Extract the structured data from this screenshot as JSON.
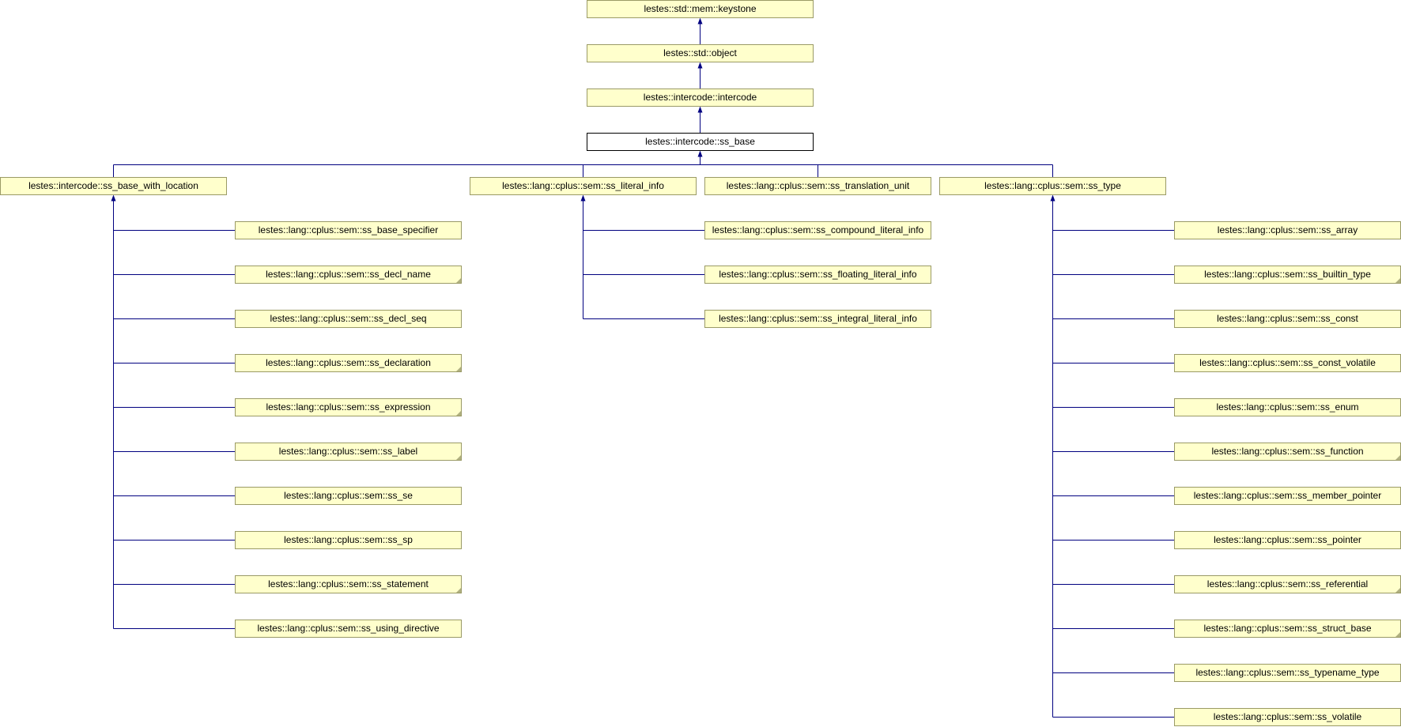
{
  "colors": {
    "node_fill": "#ffffcc",
    "node_border": "#9a9a66",
    "edge": "#000080",
    "current_border": "#000000"
  },
  "nodes": [
    {
      "id": "keystone",
      "label": "lestes::std::mem::keystone"
    },
    {
      "id": "object",
      "label": "lestes::std::object"
    },
    {
      "id": "intercode",
      "label": "lestes::intercode::intercode"
    },
    {
      "id": "ss_base",
      "label": "lestes::intercode::ss_base",
      "current": true
    },
    {
      "id": "ss_base_with_location",
      "label": "lestes::intercode::ss_base_with_location"
    },
    {
      "id": "ss_literal_info",
      "label": "lestes::lang::cplus::sem::ss_literal_info"
    },
    {
      "id": "ss_translation_unit",
      "label": "lestes::lang::cplus::sem::ss_translation_unit"
    },
    {
      "id": "ss_type",
      "label": "lestes::lang::cplus::sem::ss_type"
    },
    {
      "id": "ss_base_specifier",
      "label": "lestes::lang::cplus::sem::ss_base_specifier"
    },
    {
      "id": "ss_decl_name",
      "label": "lestes::lang::cplus::sem::ss_decl_name",
      "more": true
    },
    {
      "id": "ss_decl_seq",
      "label": "lestes::lang::cplus::sem::ss_decl_seq"
    },
    {
      "id": "ss_declaration",
      "label": "lestes::lang::cplus::sem::ss_declaration",
      "more": true
    },
    {
      "id": "ss_expression",
      "label": "lestes::lang::cplus::sem::ss_expression",
      "more": true
    },
    {
      "id": "ss_label",
      "label": "lestes::lang::cplus::sem::ss_label",
      "more": true
    },
    {
      "id": "ss_se",
      "label": "lestes::lang::cplus::sem::ss_se"
    },
    {
      "id": "ss_sp",
      "label": "lestes::lang::cplus::sem::ss_sp"
    },
    {
      "id": "ss_statement",
      "label": "lestes::lang::cplus::sem::ss_statement",
      "more": true
    },
    {
      "id": "ss_using_directive",
      "label": "lestes::lang::cplus::sem::ss_using_directive"
    },
    {
      "id": "ss_compound_literal_info",
      "label": "lestes::lang::cplus::sem::ss_compound_literal_info"
    },
    {
      "id": "ss_floating_literal_info",
      "label": "lestes::lang::cplus::sem::ss_floating_literal_info"
    },
    {
      "id": "ss_integral_literal_info",
      "label": "lestes::lang::cplus::sem::ss_integral_literal_info"
    },
    {
      "id": "ss_array",
      "label": "lestes::lang::cplus::sem::ss_array"
    },
    {
      "id": "ss_builtin_type",
      "label": "lestes::lang::cplus::sem::ss_builtin_type",
      "more": true
    },
    {
      "id": "ss_const",
      "label": "lestes::lang::cplus::sem::ss_const"
    },
    {
      "id": "ss_const_volatile",
      "label": "lestes::lang::cplus::sem::ss_const_volatile"
    },
    {
      "id": "ss_enum",
      "label": "lestes::lang::cplus::sem::ss_enum"
    },
    {
      "id": "ss_function",
      "label": "lestes::lang::cplus::sem::ss_function",
      "more": true
    },
    {
      "id": "ss_member_pointer",
      "label": "lestes::lang::cplus::sem::ss_member_pointer"
    },
    {
      "id": "ss_pointer",
      "label": "lestes::lang::cplus::sem::ss_pointer"
    },
    {
      "id": "ss_referential",
      "label": "lestes::lang::cplus::sem::ss_referential",
      "more": true
    },
    {
      "id": "ss_struct_base",
      "label": "lestes::lang::cplus::sem::ss_struct_base",
      "more": true
    },
    {
      "id": "ss_typename_type",
      "label": "lestes::lang::cplus::sem::ss_typename_type"
    },
    {
      "id": "ss_volatile",
      "label": "lestes::lang::cplus::sem::ss_volatile"
    }
  ],
  "edges": [
    {
      "from": "object",
      "to": "keystone"
    },
    {
      "from": "intercode",
      "to": "object"
    },
    {
      "from": "ss_base",
      "to": "intercode"
    },
    {
      "from": "ss_base_with_location",
      "to": "ss_base"
    },
    {
      "from": "ss_literal_info",
      "to": "ss_base"
    },
    {
      "from": "ss_translation_unit",
      "to": "ss_base"
    },
    {
      "from": "ss_type",
      "to": "ss_base"
    },
    {
      "from": "ss_base_specifier",
      "to": "ss_base_with_location"
    },
    {
      "from": "ss_decl_name",
      "to": "ss_base_with_location"
    },
    {
      "from": "ss_decl_seq",
      "to": "ss_base_with_location"
    },
    {
      "from": "ss_declaration",
      "to": "ss_base_with_location"
    },
    {
      "from": "ss_expression",
      "to": "ss_base_with_location"
    },
    {
      "from": "ss_label",
      "to": "ss_base_with_location"
    },
    {
      "from": "ss_se",
      "to": "ss_base_with_location"
    },
    {
      "from": "ss_sp",
      "to": "ss_base_with_location"
    },
    {
      "from": "ss_statement",
      "to": "ss_base_with_location"
    },
    {
      "from": "ss_using_directive",
      "to": "ss_base_with_location"
    },
    {
      "from": "ss_compound_literal_info",
      "to": "ss_literal_info"
    },
    {
      "from": "ss_floating_literal_info",
      "to": "ss_literal_info"
    },
    {
      "from": "ss_integral_literal_info",
      "to": "ss_literal_info"
    },
    {
      "from": "ss_array",
      "to": "ss_type"
    },
    {
      "from": "ss_builtin_type",
      "to": "ss_type"
    },
    {
      "from": "ss_const",
      "to": "ss_type"
    },
    {
      "from": "ss_const_volatile",
      "to": "ss_type"
    },
    {
      "from": "ss_enum",
      "to": "ss_type"
    },
    {
      "from": "ss_function",
      "to": "ss_type"
    },
    {
      "from": "ss_member_pointer",
      "to": "ss_type"
    },
    {
      "from": "ss_pointer",
      "to": "ss_type"
    },
    {
      "from": "ss_referential",
      "to": "ss_type"
    },
    {
      "from": "ss_struct_base",
      "to": "ss_type"
    },
    {
      "from": "ss_typename_type",
      "to": "ss_type"
    },
    {
      "from": "ss_volatile",
      "to": "ss_type"
    }
  ]
}
